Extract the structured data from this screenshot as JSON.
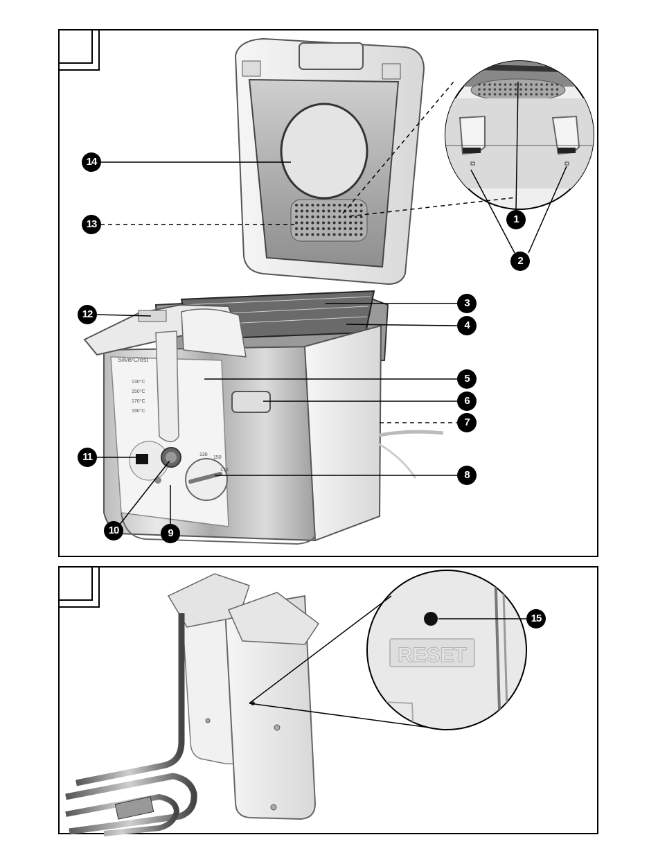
{
  "figure1": {
    "callouts": [
      {
        "id": "c1",
        "label": "1"
      },
      {
        "id": "c2",
        "label": "2"
      },
      {
        "id": "c3",
        "label": "3"
      },
      {
        "id": "c4",
        "label": "4"
      },
      {
        "id": "c5",
        "label": "5"
      },
      {
        "id": "c6",
        "label": "6"
      },
      {
        "id": "c7",
        "label": "7"
      },
      {
        "id": "c8",
        "label": "8"
      },
      {
        "id": "c9",
        "label": "9"
      },
      {
        "id": "c10",
        "label": "10"
      },
      {
        "id": "c11",
        "label": "11"
      },
      {
        "id": "c12",
        "label": "12"
      },
      {
        "id": "c13",
        "label": "13"
      },
      {
        "id": "c14",
        "label": "14"
      }
    ],
    "dial_scale": [
      "130",
      "150",
      "170"
    ],
    "brand_text": "SilverCrest",
    "temp_table": [
      "130°C",
      "150°C",
      "170°C",
      "190°C"
    ]
  },
  "figure2": {
    "callouts": [
      {
        "id": "c15",
        "label": "15"
      }
    ],
    "reset_label": "RESET"
  }
}
